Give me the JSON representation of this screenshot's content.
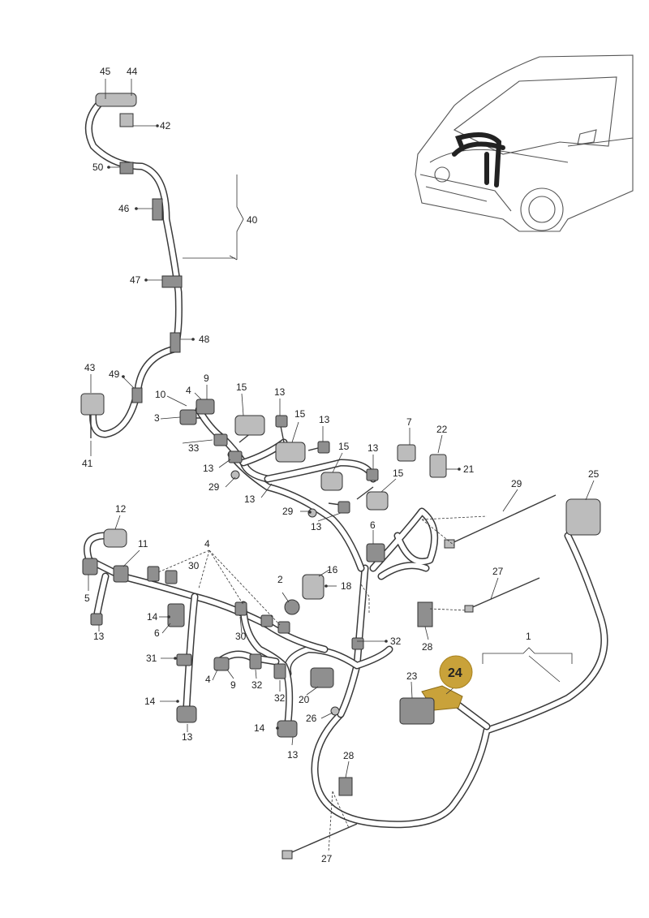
{
  "diagram": {
    "part_labels": {
      "p1": "1",
      "p2": "2",
      "p3": "3",
      "p4a": "4",
      "p4b": "4",
      "p4c": "4",
      "p5": "5",
      "p6a": "6",
      "p6b": "6",
      "p7": "7",
      "p9a": "9",
      "p9b": "9",
      "p10": "10",
      "p11": "11",
      "p12": "12",
      "p13a": "13",
      "p13b": "13",
      "p13c": "13",
      "p13d": "13",
      "p13e": "13",
      "p13f": "13",
      "p13g": "13",
      "p13h": "13",
      "p13i": "13",
      "p14a": "14",
      "p14b": "14",
      "p14c": "14",
      "p15a": "15",
      "p15b": "15",
      "p15c": "15",
      "p15d": "15",
      "p16": "16",
      "p18": "18",
      "p20": "20",
      "p21": "21",
      "p22": "22",
      "p23": "23",
      "p24": "24",
      "p25": "25",
      "p26": "26",
      "p27a": "27",
      "p27b": "27",
      "p28a": "28",
      "p28b": "28",
      "p29a": "29",
      "p29b": "29",
      "p29c": "29",
      "p30a": "30",
      "p30b": "30",
      "p31": "31",
      "p32a": "32",
      "p32b": "32",
      "p32c": "32",
      "p33": "33",
      "p40": "40",
      "p41": "41",
      "p42": "42",
      "p43": "43",
      "p44": "44",
      "p45": "45",
      "p46": "46",
      "p47": "47",
      "p48": "48",
      "p49": "49",
      "p50": "50"
    },
    "highlight_color": "#c9a23a",
    "wire_color": "#3a3a3a"
  }
}
